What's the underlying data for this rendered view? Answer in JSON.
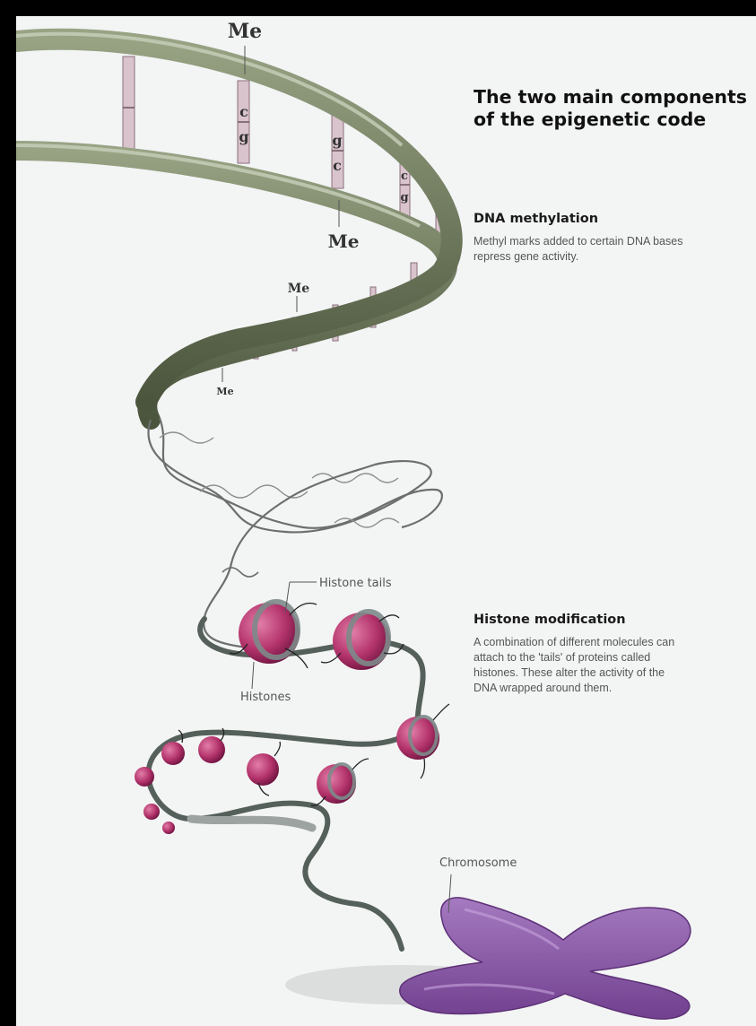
{
  "title": "The two main components of the epigenetic code",
  "sections": {
    "dna_methylation": {
      "heading": "DNA methylation",
      "body": "Methyl marks added to certain DNA bases repress gene activity."
    },
    "histone_modification": {
      "heading": "Histone modification",
      "body": "A combination of different molecules can attach to the 'tails' of proteins called histones. These alter the activity of the DNA wrapped around them."
    }
  },
  "labels": {
    "methyl_mark": "Me",
    "base_c": "c",
    "base_g": "g",
    "histone_tails": "Histone tails",
    "histones": "Histones",
    "chromosome": "Chromosome"
  },
  "colors": {
    "background": "#f3f4f4",
    "dna_backbone": "#6f7a5e",
    "base_pair": "#d9c3cc",
    "histone": "#b3336b",
    "chromosome": "#8a55a8"
  }
}
